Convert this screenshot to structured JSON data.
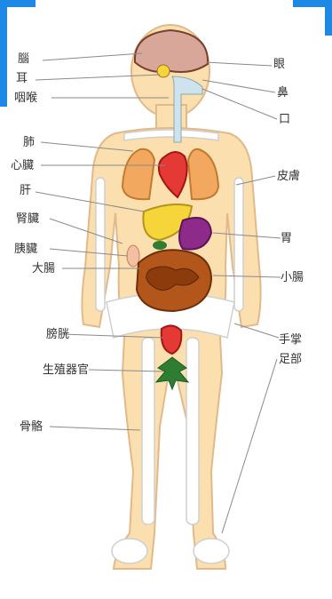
{
  "colors": {
    "frame_blue": "#1e88e5",
    "skin": "#fbdfae",
    "skin_outline": "#e2b98a",
    "bone": "#ffffff",
    "lungs": "#f2a85e",
    "heart": "#e53935",
    "liver": "#f5d53a",
    "stomach": "#8e2a8a",
    "intestine": "#b2561c",
    "bladder": "#e53935",
    "reproductive": "#2e7d32",
    "brain": "#d8a79a",
    "leader_line": "#8a8a8a"
  },
  "labels": {
    "brain": "腦",
    "ear": "耳",
    "throat": "咽喉",
    "eye": "眼",
    "nose": "鼻",
    "mouth": "口",
    "lung": "肺",
    "heart": "心臟",
    "skin": "皮膚",
    "liver": "肝",
    "kidney": "腎臟",
    "stomach": "胃",
    "pancreas": "胰臟",
    "large_intestine": "大腸",
    "small_intestine": "小腸",
    "bladder": "膀胱",
    "hand": "手掌",
    "foot": "足部",
    "reproductive": "生殖器官",
    "skeleton": "骨骼"
  }
}
